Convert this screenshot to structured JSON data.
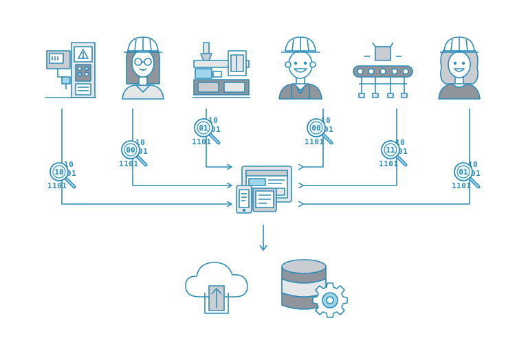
{
  "colors": {
    "stroke": "#2a8bb8",
    "gray_light": "#e4e6e8",
    "gray_mid": "#c9ccd0",
    "gray_dark": "#8f959b",
    "accent_light": "#9fd6ee",
    "accent_dark": "#5fa9cf"
  },
  "sources": [
    {
      "name": "control-panel-machine",
      "icon": "control-panel-icon"
    },
    {
      "name": "female-engineer",
      "icon": "female-engineer-icon"
    },
    {
      "name": "injection-molding-machine",
      "icon": "molding-machine-icon"
    },
    {
      "name": "male-engineer",
      "icon": "male-engineer-icon"
    },
    {
      "name": "conveyor-belt",
      "icon": "conveyor-icon"
    },
    {
      "name": "female-worker",
      "icon": "female-worker-icon"
    }
  ],
  "data_badges": [
    {
      "lens": "10",
      "top": "10",
      "mid": "01",
      "bottom": "1101"
    },
    {
      "lens": "00",
      "top": "10",
      "mid": "01",
      "bottom": "1101"
    },
    {
      "lens": "01",
      "top": "10",
      "mid": "01",
      "bottom": "1101"
    },
    {
      "lens": "00",
      "top": "10",
      "mid": "01",
      "bottom": "1101"
    },
    {
      "lens": "11",
      "top": "10",
      "mid": "01",
      "bottom": "1101"
    },
    {
      "lens": "01",
      "top": "10",
      "mid": "01",
      "bottom": "1101"
    }
  ],
  "hub": {
    "icon": "multi-device-icon"
  },
  "destinations": [
    {
      "icon": "cloud-upload-icon"
    },
    {
      "icon": "database-settings-icon"
    }
  ]
}
